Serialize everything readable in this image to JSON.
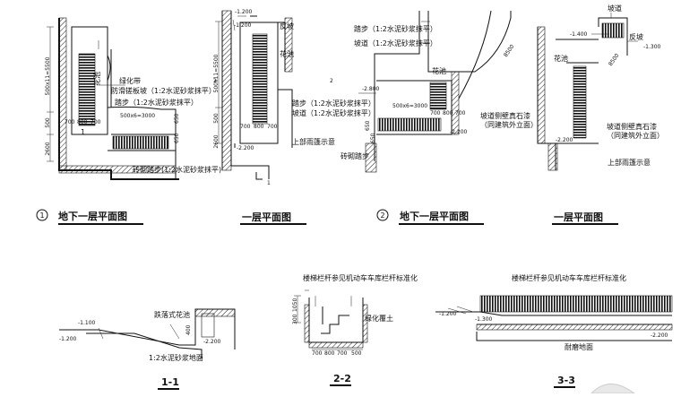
{
  "plans": {
    "p1": {
      "top_dim": "500x11=5500",
      "dim_500": "500",
      "dim_2600": "2600",
      "bot_dims": [
        "700",
        "800",
        "700"
      ],
      "greenbelt": "绿化带",
      "anti_slip": "防滑搓板坡（1:2水泥砂浆抹平）",
      "step_finish": "踏步（1:2水泥砂浆抹平）",
      "grid": "500x6=3000",
      "brick_step": "砖砌踏步(1:2水泥砂浆抹平)",
      "small_dims": [
        "650",
        "650"
      ],
      "pool": "花池",
      "cut_label": "1",
      "marker": "1",
      "title": "地下一层平面图"
    },
    "p2": {
      "elev_top": "-1.200",
      "elev_mid": "-1.200",
      "elev_bot": "-2.200",
      "ramp": "反坡",
      "pool": "花池",
      "stair_dim": "500x11=5500",
      "dim_500": "500",
      "dim_2600": "2600",
      "step": "踏步（1:2水泥砂浆抹平）",
      "ramp_finish": "坡道（1:2水泥砂浆抹平）",
      "bot_dims": [
        "700",
        "800",
        "700"
      ],
      "canopy": "上部雨篷示意",
      "mk_left": "2",
      "mk_right": "2",
      "mk_bot": "1",
      "title": "一层平面图"
    },
    "p3": {
      "step": "踏步（1:2水泥砂浆抹平）",
      "ramp": "坡道（1:2水泥砂浆抹平）",
      "elev_left": "-2.800",
      "pool": "花池",
      "grid": "500x6=3000",
      "bot_dims": [
        "700",
        "800",
        "700"
      ],
      "dim_8500": "8500",
      "wall_note": "坡道侧壁真石漆",
      "wall_note2": "（同建筑外立面）",
      "elev_bot": "-2.200",
      "brick": "砖砌踏步",
      "small_dims": [
        "650",
        "650"
      ],
      "marker": "2",
      "title": "地下一层平面图"
    },
    "p4": {
      "slope": "坡道",
      "elev1": "-1.400",
      "elev2": "-1.300",
      "ramp": "反坡",
      "pool": "花池",
      "dim_8500": "8500",
      "wall_note": "坡道侧壁真石漆",
      "wall_note2": "（同建筑外立面）",
      "elev_bot": "-2.200",
      "canopy": "上部雨篷示意",
      "title": "一层平面图"
    }
  },
  "sections": {
    "s11": {
      "sunken": "跌落式花池",
      "e1": "-1.100",
      "e2": "-1.200",
      "e3": "-2.200",
      "h": "400",
      "floor": "1:2水泥砂浆地面",
      "title": "1-1"
    },
    "s22": {
      "rail": "楼梯栏杆参见机动车车库栏杆标准化",
      "h1": "1050",
      "h2": "300",
      "soil": "绿化覆土",
      "dims": [
        "700",
        "800",
        "700",
        "500"
      ],
      "title": "2-2"
    },
    "s33": {
      "rail": "楼梯栏杆参见机动车车库栏杆标准化",
      "e1": "-1.200",
      "e2": "-1.300",
      "e3": "-2.200",
      "floor": "耐磨地面",
      "title": "3-3"
    }
  }
}
